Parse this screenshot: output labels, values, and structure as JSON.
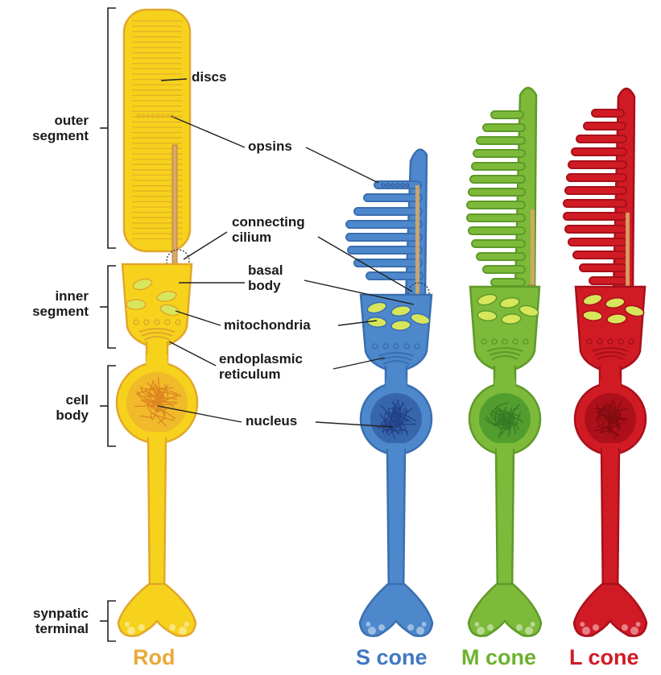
{
  "colors": {
    "rod": "#f6d21c",
    "rod_outline": "#e2a72c",
    "rod_label": "#e9a93a",
    "rod_nucleus_fill": "#f0b72e",
    "rod_nucleus_line": "#d97c1e",
    "s_cone": "#4d88cc",
    "s_cone_outline": "#3a6fb0",
    "s_cone_label": "#4178c0",
    "s_cone_nucleus_fill": "#3563a8",
    "s_cone_nucleus_line": "#1f3c80",
    "m_cone": "#7dba3a",
    "m_cone_outline": "#5e9a28",
    "m_cone_label": "#6cb22e",
    "m_cone_nucleus_fill": "#4d9a2e",
    "m_cone_nucleus_line": "#2f7424",
    "l_cone": "#d01b25",
    "l_cone_outline": "#a8101a",
    "l_cone_label": "#d01b25",
    "l_cone_nucleus_fill": "#a8101a",
    "l_cone_nucleus_line": "#7a0a10",
    "mitochondria": "#d7e65a",
    "cilium": "#d9a766",
    "leader": "#222222"
  },
  "regions": {
    "outer_segment": [
      "outer",
      "segment"
    ],
    "inner_segment": [
      "inner",
      "segment"
    ],
    "cell_body": [
      "cell",
      "body"
    ],
    "synaptic_terminal": [
      "synpatic",
      "terminal"
    ]
  },
  "labels": {
    "discs": [
      "discs"
    ],
    "opsins": [
      "opsins"
    ],
    "connecting_cilium": [
      "connecting",
      "cilium"
    ],
    "basal_body": [
      "basal",
      "body"
    ],
    "mitochondria": [
      "mitochondria"
    ],
    "endoplasmic_reticulum": [
      "endoplasmic",
      "reticulum"
    ],
    "nucleus": [
      "nucleus"
    ]
  },
  "cell_names": {
    "rod": "Rod",
    "s_cone": "S cone",
    "m_cone": "M cone",
    "l_cone": "L cone"
  }
}
